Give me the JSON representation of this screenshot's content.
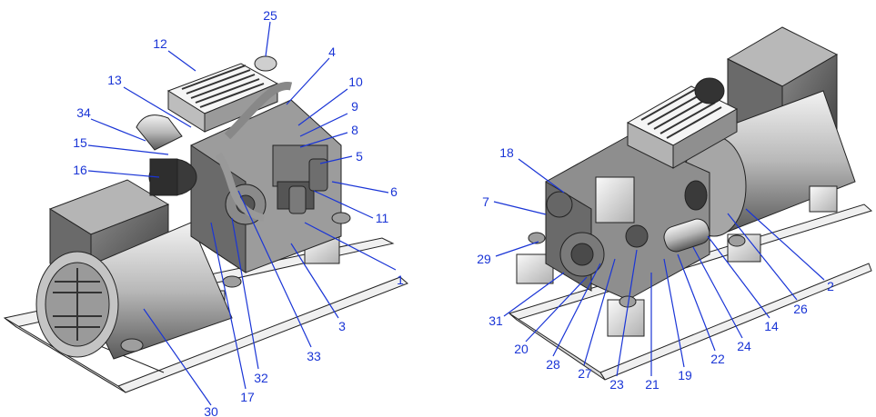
{
  "figure": {
    "left_view": {
      "callouts": [
        "25",
        "12",
        "4",
        "13",
        "10",
        "34",
        "9",
        "8",
        "15",
        "5",
        "16",
        "6",
        "11",
        "1",
        "3",
        "33",
        "32",
        "17",
        "30"
      ]
    },
    "right_view": {
      "callouts": [
        "18",
        "7",
        "29",
        "31",
        "20",
        "28",
        "27",
        "23",
        "21",
        "19",
        "22",
        "24",
        "14",
        "26",
        "2"
      ]
    }
  },
  "colors": {
    "callout_text": "#1a35d6",
    "line_art": "#222222",
    "metal_light": "#e6e6e6",
    "metal_mid": "#a8a8a8",
    "metal_dark": "#4a4a4a"
  }
}
